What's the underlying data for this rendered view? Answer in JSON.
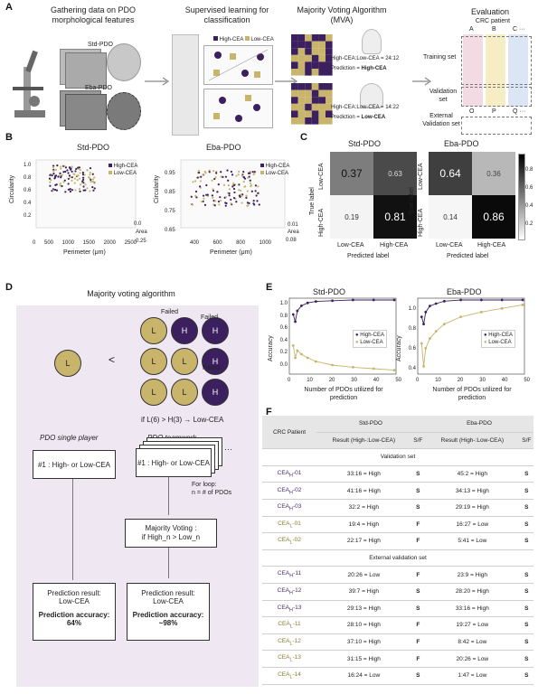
{
  "panels": {
    "A": "A",
    "B": "B",
    "C": "C",
    "D": "D",
    "E": "E",
    "F": "F"
  },
  "panelA": {
    "step1_title": "Gathering data on PDO morphological features",
    "std_label": "Std-PDO",
    "eba_label": "Eba-PDO",
    "step2_title": "Supervised learning for classification",
    "legend_high": "High-CEA",
    "legend_low": "Low-CEA",
    "step3_title": "Majority Voting Algorithm (MVA)",
    "vote1": "High-CEA:Low-CEA = 24:12",
    "pred1_prefix": "Prediction = ",
    "pred1_value": "High-CEA",
    "vote2": "High-CEA:Low-CEA = 14:22",
    "pred2_prefix": "Prediction = ",
    "pred2_value": "Low-CEA",
    "step4_title": "Evaluation",
    "crc_patient": "CRC patient",
    "top_letters": [
      "A",
      "B",
      "C ···"
    ],
    "bottom_letters": [
      "O",
      "P",
      "Q ···"
    ],
    "training_set": "Training set",
    "validation_set": "Validation set",
    "external_validation_set": "External Validation set"
  },
  "panelB": {
    "std_title": "Std-PDO",
    "eba_title": "Eba-PDO",
    "legend_high": "High-CEA",
    "legend_low": "Low-CEA",
    "ylabel": "Circularity",
    "xlabel": "Perimeter (μm)",
    "zlabel": "Area",
    "std_yticks": [
      "1.0",
      "0.8",
      "0.6",
      "0.4",
      "0.2"
    ],
    "std_xticks": [
      "0",
      "500",
      "1000",
      "1500",
      "2000",
      "2500"
    ],
    "std_zticks": [
      "0.0",
      "0.25"
    ],
    "eba_yticks": [
      "0.95",
      "0.85",
      "0.75",
      "0.65"
    ],
    "eba_xticks": [
      "400",
      "600",
      "800",
      "1000"
    ],
    "eba_zticks": [
      "0.01",
      "0.08"
    ]
  },
  "panelC": {
    "std_title": "Std-PDO",
    "eba_title": "Eba-PDO",
    "true_label": "True label",
    "predicted_label": "Predicted label",
    "row_labels": [
      "Low-CEA",
      "High-CEA"
    ],
    "col_labels": [
      "Low-CEA",
      "High-CEA"
    ],
    "std_matrix": [
      [
        "0.37",
        "0.63"
      ],
      [
        "0.19",
        "0.81"
      ]
    ],
    "eba_matrix": [
      [
        "0.64",
        "0.36"
      ],
      [
        "0.14",
        "0.86"
      ]
    ],
    "colorbar_ticks": [
      "0.8",
      "0.6",
      "0.4",
      "0.2"
    ]
  },
  "panelD": {
    "title": "Majority voting algorithm",
    "single_circle": "L",
    "less_than": "<",
    "grid": [
      [
        "L",
        "H",
        "H"
      ],
      [
        "L",
        "L",
        "H"
      ],
      [
        "L",
        "L",
        "H"
      ]
    ],
    "failed": "Failed",
    "condition": "if L(6) > H(3) → Low-CEA",
    "single_player": "PDO single player",
    "teamwork": "PDO teamwork",
    "single_box": "#1 : High- or Low-CEA",
    "team_box": "#1 : High- or Low-CEA",
    "dots": "···",
    "loop_text": "For loop:\nn = # of PDOs",
    "mv_box": "Majority Voting :\nif High_n > Low_n",
    "res_single_title": "Prediction result:",
    "res_single_value": "Low-CEA",
    "res_single_acc_label": "Prediction accuracy: 64%",
    "res_team_title": "Prediction result:",
    "res_team_value": "Low-CEA",
    "res_team_acc_label": "Prediction accuracy: ~98%"
  },
  "panelE": {
    "std_title": "Std-PDO",
    "eba_title": "Eba-PDO",
    "ylabel": "Accuracy",
    "xlabel": "Number of PDOs utilized for prediction",
    "legend_high": "High-CEA",
    "legend_low": "Low-CEA",
    "yticks": [
      "1.0",
      "0.8",
      "0.6",
      "0.4",
      "0.2",
      "0.0"
    ],
    "eba_yticks": [
      "1.0",
      "0.8",
      "0.6",
      "0.4"
    ],
    "xticks": [
      "0",
      "10",
      "20",
      "30",
      "40",
      "50"
    ]
  },
  "panelF": {
    "col_patient": "CRC Patient",
    "col_std": "Std-PDO",
    "col_eba": "Eba-PDO",
    "col_result": "Result (High-:Low-CEA)",
    "col_sf": "S/F",
    "validation_header": "Validation set",
    "external_header": "External validation set",
    "validation_rows": [
      {
        "patient": "CEA",
        "sub": "H",
        "num": "-01",
        "std": "33:16 = High",
        "std_sf": "S",
        "eba": "45:2 = High",
        "eba_sf": "S"
      },
      {
        "patient": "CEA",
        "sub": "H",
        "num": "-02",
        "std": "41:16 = High",
        "std_sf": "S",
        "eba": "34:13 = High",
        "eba_sf": "S"
      },
      {
        "patient": "CEA",
        "sub": "H",
        "num": "-03",
        "std": "32:2 = High",
        "std_sf": "S",
        "eba": "29:19 = High",
        "eba_sf": "S"
      },
      {
        "patient": "CEA",
        "sub": "L",
        "num": "-01",
        "std": "19:4 = High",
        "std_sf": "F",
        "eba": "16:27 = Low",
        "eba_sf": "S"
      },
      {
        "patient": "CEA",
        "sub": "L",
        "num": "-02",
        "std": "22:17 = High",
        "std_sf": "F",
        "eba": "5:41 = Low",
        "eba_sf": "S"
      }
    ],
    "external_rows": [
      {
        "patient": "CEA",
        "sub": "H",
        "num": "-11",
        "std": "20:26 = Low",
        "std_sf": "F",
        "eba": "23:9 = High",
        "eba_sf": "S"
      },
      {
        "patient": "CEA",
        "sub": "H",
        "num": "-12",
        "std": "39:7 = High",
        "std_sf": "S",
        "eba": "28:20 = High",
        "eba_sf": "S"
      },
      {
        "patient": "CEA",
        "sub": "H",
        "num": "-13",
        "std": "29:13 = High",
        "std_sf": "S",
        "eba": "33:16 = High",
        "eba_sf": "S"
      },
      {
        "patient": "CEA",
        "sub": "L",
        "num": "-11",
        "std": "28:10 = High",
        "std_sf": "F",
        "eba": "19:27 = Low",
        "eba_sf": "S"
      },
      {
        "patient": "CEA",
        "sub": "L",
        "num": "-12",
        "std": "37:10 = High",
        "std_sf": "F",
        "eba": "8:42 = Low",
        "eba_sf": "S"
      },
      {
        "patient": "CEA",
        "sub": "L",
        "num": "-13",
        "std": "31:15 = High",
        "std_sf": "F",
        "eba": "20:26 = Low",
        "eba_sf": "S"
      },
      {
        "patient": "CEA",
        "sub": "L",
        "num": "-14",
        "std": "16:24 = Low",
        "std_sf": "S",
        "eba": "1:47 = Low",
        "eba_sf": "S"
      }
    ]
  },
  "colors": {
    "high": "#3b1f5e",
    "low": "#c9b46c",
    "dpanel_bg": "#efe8f2",
    "pink": "#f3dbe3",
    "yellow": "#f7edc5",
    "blue": "#dbe5f3"
  },
  "chart_data": [
    {
      "type": "line",
      "title": "Std-PDO",
      "xlabel": "Number of PDOs utilized for prediction",
      "ylabel": "Accuracy",
      "ylim": [
        0,
        1
      ],
      "xlim": [
        0,
        50
      ],
      "legend": "center-right",
      "series": [
        {
          "name": "High-CEA",
          "x": [
            1,
            2,
            3,
            5,
            8,
            12,
            20,
            30,
            40,
            50
          ],
          "values": [
            0.8,
            0.7,
            0.85,
            0.92,
            0.96,
            0.98,
            0.99,
            1.0,
            1.0,
            1.0
          ]
        },
        {
          "name": "Low-CEA",
          "x": [
            1,
            2,
            3,
            5,
            8,
            12,
            20,
            30,
            40,
            50
          ],
          "values": [
            0.37,
            0.2,
            0.3,
            0.25,
            0.2,
            0.15,
            0.1,
            0.07,
            0.05,
            0.03
          ]
        }
      ]
    },
    {
      "type": "line",
      "title": "Eba-PDO",
      "xlabel": "Number of PDOs utilized for prediction",
      "ylabel": "Accuracy",
      "ylim": [
        0.4,
        1.0
      ],
      "xlim": [
        0,
        50
      ],
      "legend": "center-right",
      "series": [
        {
          "name": "High-CEA",
          "x": [
            1,
            2,
            3,
            5,
            8,
            12,
            20,
            30,
            40,
            50
          ],
          "values": [
            0.86,
            0.8,
            0.9,
            0.95,
            0.97,
            0.99,
            1.0,
            1.0,
            1.0,
            1.0
          ]
        },
        {
          "name": "Low-CEA",
          "x": [
            1,
            2,
            3,
            5,
            8,
            12,
            20,
            30,
            40,
            50
          ],
          "values": [
            0.64,
            0.45,
            0.6,
            0.68,
            0.74,
            0.8,
            0.86,
            0.9,
            0.93,
            0.96
          ]
        }
      ]
    }
  ]
}
